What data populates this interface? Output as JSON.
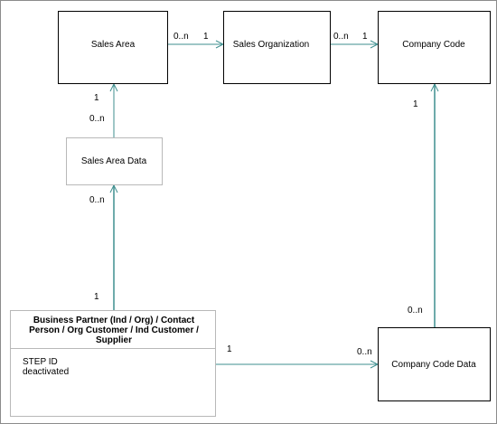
{
  "diagram": {
    "nodes": {
      "sales_area": {
        "label": "Sales Area"
      },
      "sales_organization": {
        "label": "Sales Organization"
      },
      "company_code": {
        "label": "Company Code"
      },
      "sales_area_data": {
        "label": "Sales Area Data"
      },
      "business_partner": {
        "title_lines": [
          "Business Partner (Ind / Org) / Contact",
          "Person / Org Customer / Ind Customer /",
          "Supplier"
        ],
        "attributes": [
          "STEP ID",
          "deactivated"
        ]
      },
      "company_code_data": {
        "label": "Company Code Data"
      }
    },
    "edges": {
      "sa_to_so": {
        "from": "Sales Area",
        "to": "Sales Organization",
        "source_card": "0..n",
        "target_card": "1"
      },
      "so_to_cc": {
        "from": "Sales Organization",
        "to": "Company Code",
        "source_card": "0..n",
        "target_card": "1"
      },
      "sad_to_sa": {
        "from": "Sales Area Data",
        "to": "Sales Area",
        "source_card": "0..n",
        "target_card": "1"
      },
      "bp_to_sad": {
        "from": "Business Partner",
        "to": "Sales Area Data",
        "source_card": "1",
        "target_card": "0..n"
      },
      "bp_to_ccd": {
        "from": "Business Partner",
        "to": "Company Code Data",
        "source_card": "1",
        "target_card": "0..n"
      },
      "ccd_to_cc": {
        "from": "Company Code Data",
        "to": "Company Code",
        "source_card": "0..n",
        "target_card": "1"
      }
    },
    "colors": {
      "connector": "#3f8f8f",
      "box_border": "#000000",
      "light_border": "#b8b8b8",
      "frame": "#8c8c8c",
      "background": "#ffffff"
    }
  }
}
